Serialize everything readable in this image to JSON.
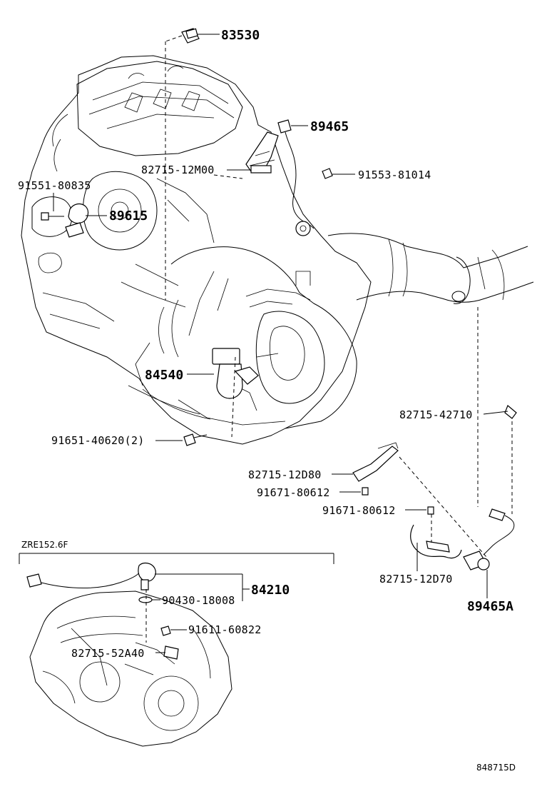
{
  "diagram": {
    "main_labels": {
      "p83530": "83530",
      "p89465": "89465",
      "p82715_12M00": "82715-12M00",
      "p91553_81014": "91553-81014",
      "p91551_80835": "91551-80835",
      "p89615": "89615",
      "p84540": "84540",
      "p91651_40620": "91651-40620(2)",
      "p82715_42710": "82715-42710",
      "p82715_12D80": "82715-12D80",
      "p91671_80612_a": "91671-80612",
      "p91671_80612_b": "91671-80612",
      "p82715_12D70": "82715-12D70",
      "p89465A": "89465A"
    },
    "inset": {
      "title": "ZRE152.6F",
      "p84210": "84210",
      "p90430_18008": "90430-18008",
      "p91611_60822": "91611-60822",
      "p82715_52A40": "82715-52A40"
    },
    "figure_code": "848715D"
  }
}
